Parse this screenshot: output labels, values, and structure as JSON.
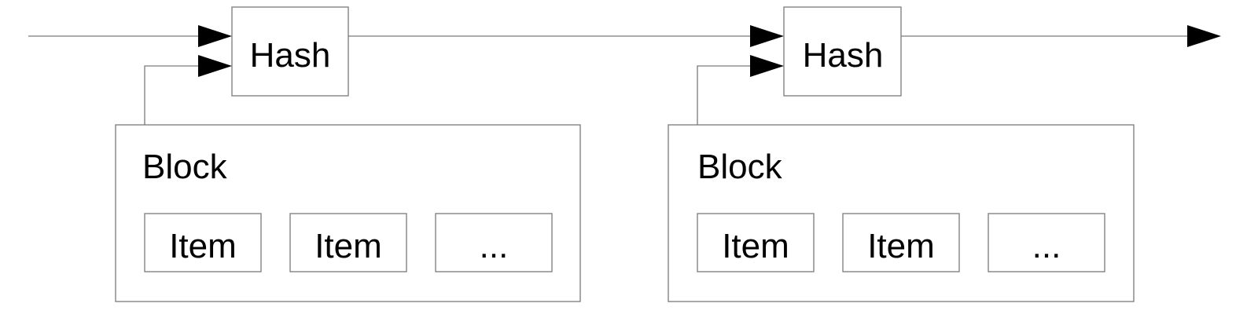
{
  "diagram": {
    "blocks": [
      {
        "hash_label": "Hash",
        "block_label": "Block",
        "items": [
          "Item",
          "Item",
          "..."
        ]
      },
      {
        "hash_label": "Hash",
        "block_label": "Block",
        "items": [
          "Item",
          "Item",
          "..."
        ]
      }
    ],
    "colors": {
      "stroke": "#7a7a7a",
      "arrowhead": "#000000",
      "text": "#000000",
      "background": "#ffffff"
    }
  }
}
